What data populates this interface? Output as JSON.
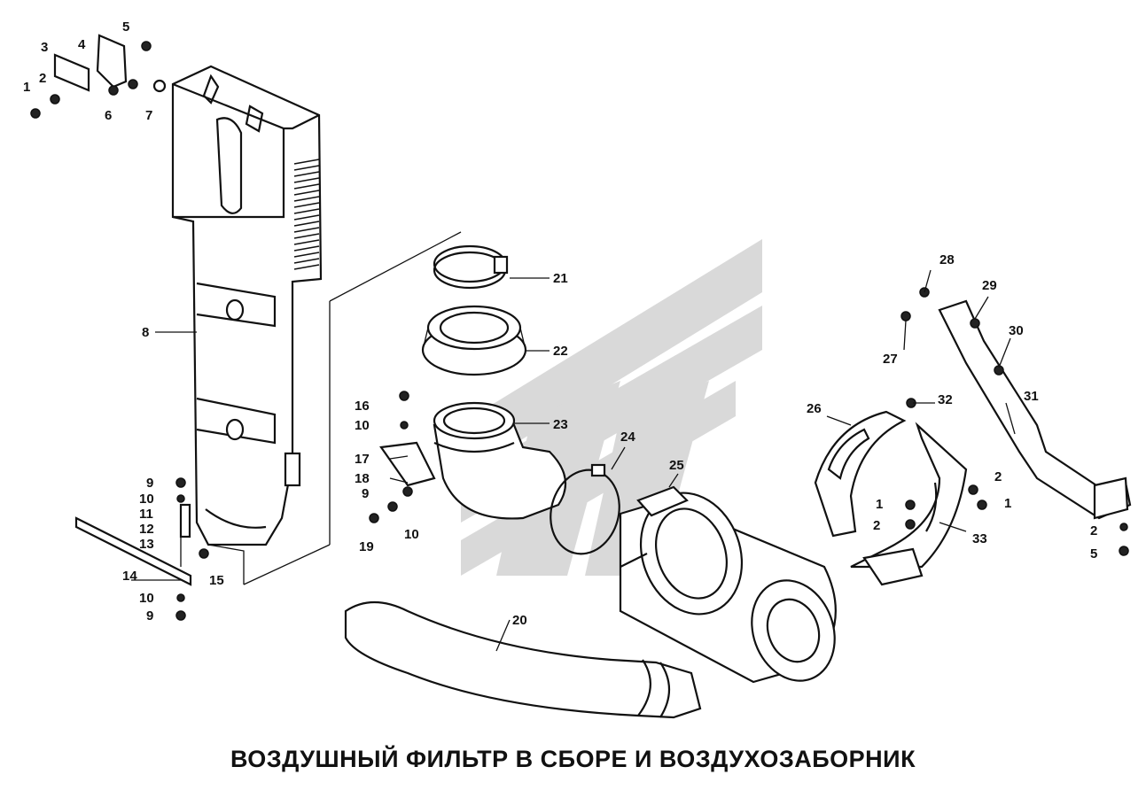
{
  "title": "ВОЗДУШНЫЙ ФИЛЬТР В СБОРЕ И ВОЗДУХОЗАБОРНИК",
  "callouts": [
    {
      "id": "c1a",
      "text": "1"
    },
    {
      "id": "c2a",
      "text": "2"
    },
    {
      "id": "c3",
      "text": "3"
    },
    {
      "id": "c4",
      "text": "4"
    },
    {
      "id": "c5a",
      "text": "5"
    },
    {
      "id": "c6",
      "text": "6"
    },
    {
      "id": "c7",
      "text": "7"
    },
    {
      "id": "c8",
      "text": "8"
    },
    {
      "id": "c9a",
      "text": "9"
    },
    {
      "id": "c10a",
      "text": "10"
    },
    {
      "id": "c11",
      "text": "11"
    },
    {
      "id": "c12",
      "text": "12"
    },
    {
      "id": "c13",
      "text": "13"
    },
    {
      "id": "c14",
      "text": "14"
    },
    {
      "id": "c15",
      "text": "15"
    },
    {
      "id": "c10b",
      "text": "10"
    },
    {
      "id": "c9b",
      "text": "9"
    },
    {
      "id": "c16",
      "text": "16"
    },
    {
      "id": "c10c",
      "text": "10"
    },
    {
      "id": "c17",
      "text": "17"
    },
    {
      "id": "c18",
      "text": "18"
    },
    {
      "id": "c9c",
      "text": "9"
    },
    {
      "id": "c19",
      "text": "19"
    },
    {
      "id": "c10d",
      "text": "10"
    },
    {
      "id": "c20",
      "text": "20"
    },
    {
      "id": "c21",
      "text": "21"
    },
    {
      "id": "c22",
      "text": "22"
    },
    {
      "id": "c23",
      "text": "23"
    },
    {
      "id": "c24",
      "text": "24"
    },
    {
      "id": "c25",
      "text": "25"
    },
    {
      "id": "c26",
      "text": "26"
    },
    {
      "id": "c27",
      "text": "27"
    },
    {
      "id": "c28",
      "text": "28"
    },
    {
      "id": "c29",
      "text": "29"
    },
    {
      "id": "c30",
      "text": "30"
    },
    {
      "id": "c31",
      "text": "31"
    },
    {
      "id": "c32",
      "text": "32"
    },
    {
      "id": "c2b",
      "text": "2"
    },
    {
      "id": "c1b",
      "text": "1"
    },
    {
      "id": "c1c",
      "text": "1"
    },
    {
      "id": "c2c",
      "text": "2"
    },
    {
      "id": "c33",
      "text": "33"
    },
    {
      "id": "c2d",
      "text": "2"
    },
    {
      "id": "c5b",
      "text": "5"
    }
  ]
}
